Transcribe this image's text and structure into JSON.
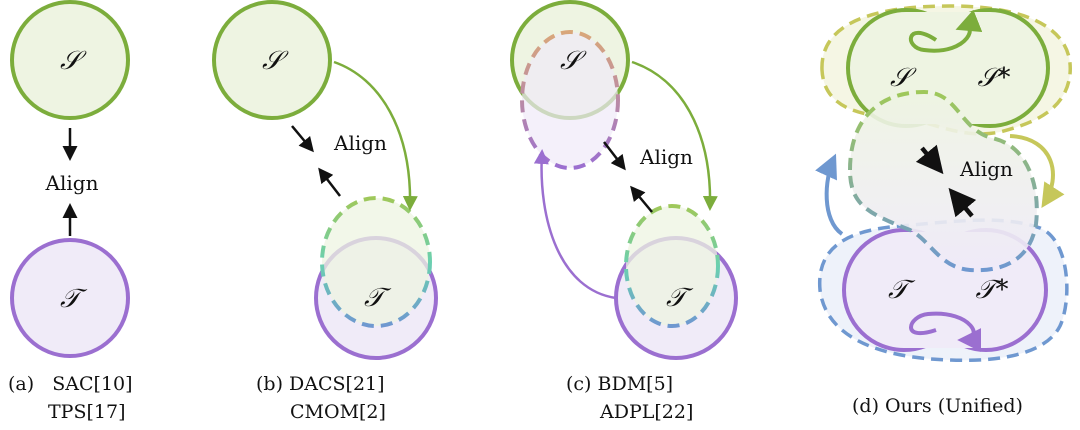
{
  "labels": {
    "source": "𝒮",
    "target": "𝒯",
    "source_star": "𝒮*",
    "target_star": "𝒯*",
    "align": "Align"
  },
  "captions": {
    "a_1": "(a)   SAC[10]",
    "a_2": "TPS[17]",
    "b_1": "(b) DACS[21]",
    "b_2": "CMOM[2]",
    "c_1": "(c) BDM[5]",
    "c_2": "ADPL[22]",
    "d_1": "(d) Ours (Unified)"
  },
  "colors": {
    "green": "#7cad3c",
    "purple": "#9b6fd0",
    "green_fill": "#eef4e2",
    "purple_fill": "#f0ebf8",
    "teal": "#6bd0b0",
    "orange": "#d9a77a",
    "olive": "#c6c75a",
    "blue": "#6f98d0"
  }
}
